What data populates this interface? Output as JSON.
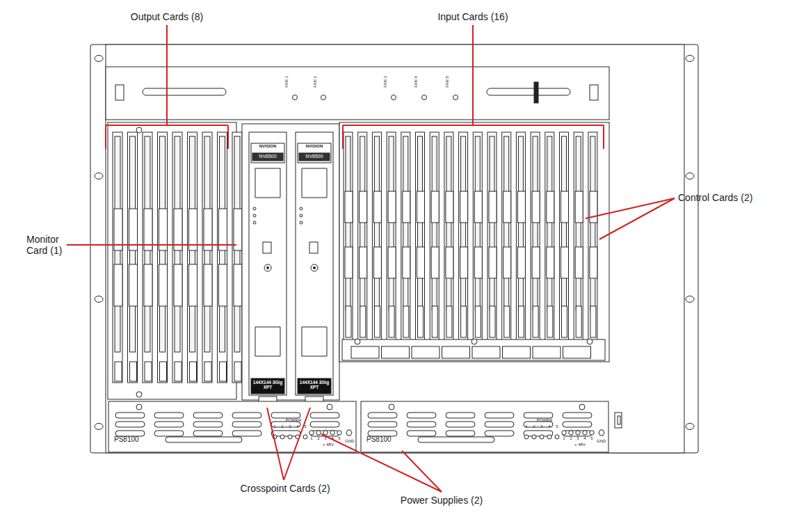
{
  "diagram": {
    "labels": [
      "Output Cards (8)",
      "Input Cards (16)",
      "Control Cards (2)",
      "Monitor Card (1)",
      "Crosspoint Cards (2)",
      "Power Supplies (2)",
      "PS8100",
      "PS8100",
      "NVISION",
      "NVISION",
      "NV8500",
      "NV8500",
      "144X144 3Gig XPT",
      "144X144 3Gig XPT",
      "POWER",
      "POWER",
      "+ 48V",
      "+ 48V",
      "GND",
      "GND",
      "FAN 1",
      "FAN 2",
      "FAN 3",
      "FAN 4",
      "FAN 5",
      "1",
      "2",
      "3",
      "4",
      "5",
      "1",
      "2",
      "3",
      "4",
      "5",
      "1",
      "2",
      "3",
      "4",
      "5",
      "1",
      "2",
      "3",
      "4",
      "5"
    ]
  }
}
